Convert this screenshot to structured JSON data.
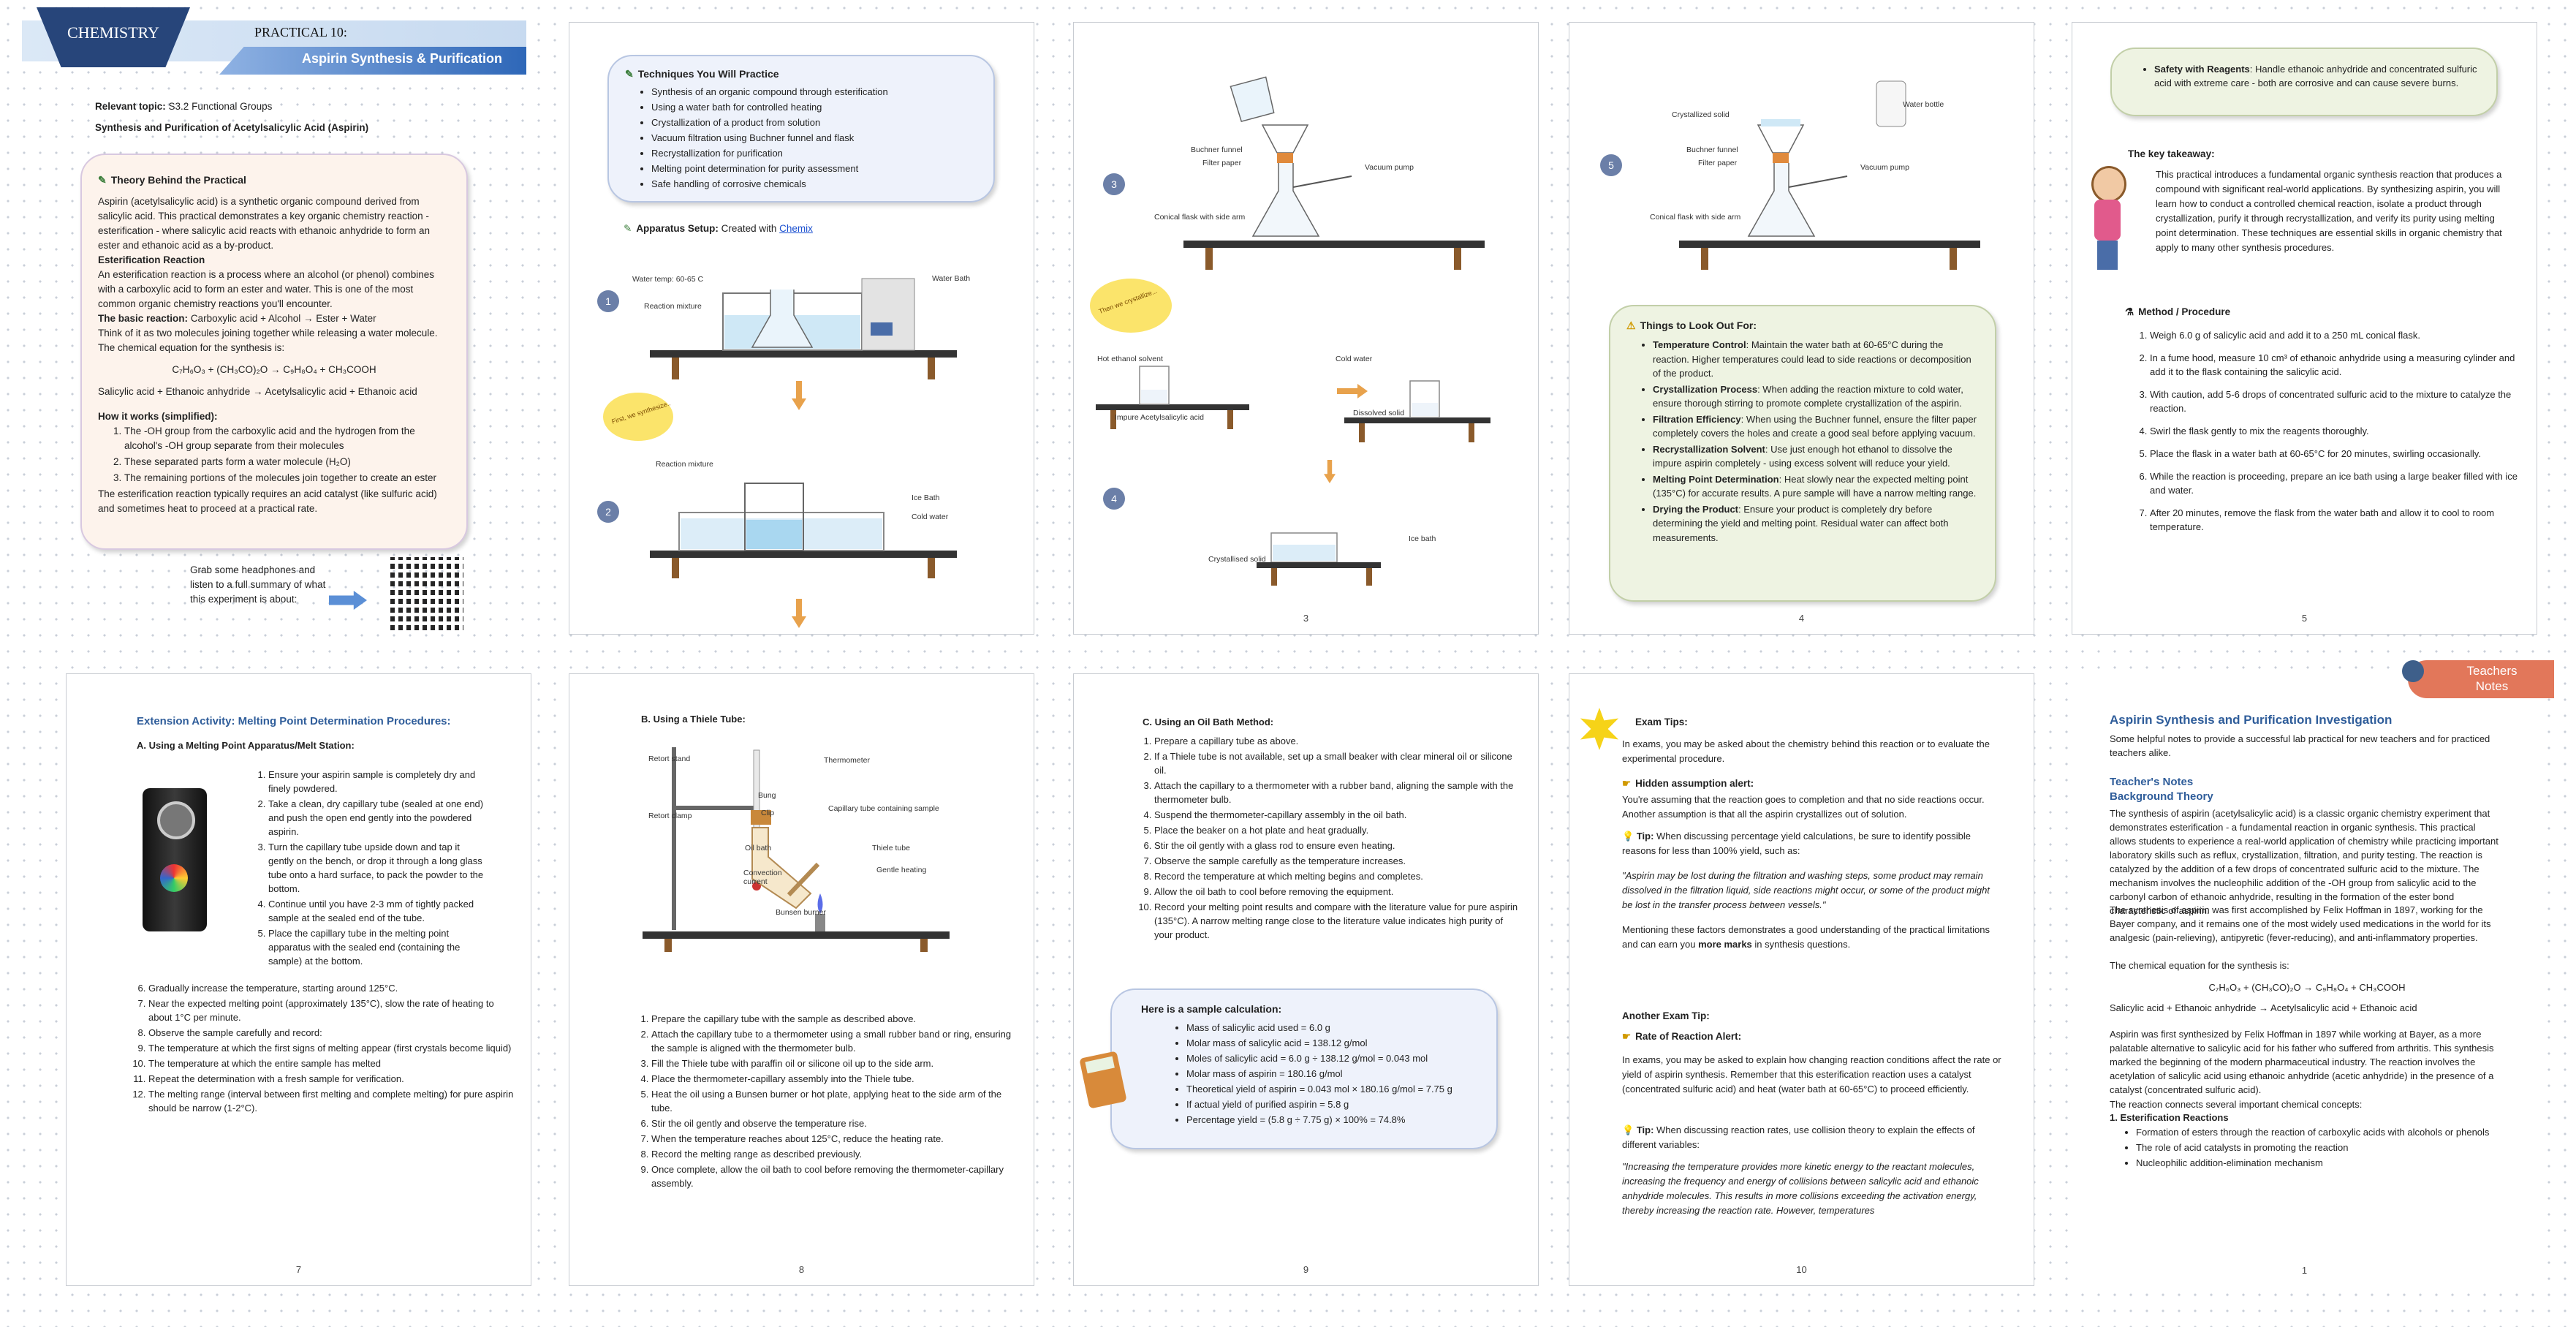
{
  "header": {
    "subject": "CHEMISTRY",
    "practical": "PRACTICAL 10:",
    "title": "Aspirin Synthesis & Purification"
  },
  "p1": {
    "topic_label": "Relevant topic:",
    "topic_value": "S3.2 Functional Groups",
    "subtitle": "Synthesis and Purification of Acetylsalicylic Acid (Aspirin)",
    "theory_title": "Theory Behind the Practical",
    "theory_intro": "Aspirin (acetylsalicylic acid) is a synthetic organic compound derived from salicylic acid. This practical demonstrates a key organic chemistry reaction - esterification - where salicylic acid reacts with ethanoic anhydride to form an ester and ethanoic acid as a by-product.",
    "ester_head": "Esterification Reaction",
    "ester_text": "An esterification reaction is a process where an alcohol (or phenol) combines with a carboxylic acid to form an ester and water. This is one of the most common organic chemistry reactions you'll encounter.",
    "basic_label": "The basic reaction:",
    "basic_text": "Carboxylic acid + Alcohol → Ester + Water",
    "think": "Think of it as two molecules joining together while releasing a water molecule.",
    "eq_intro": "The chemical equation for the synthesis is:",
    "eq": "C₇H₆O₃ + (CH₃CO)₂O → C₉H₈O₄ + CH₃COOH",
    "word_eq": "Salicylic acid + Ethanoic anhydride → Acetylsalicylic acid + Ethanoic acid",
    "how_head": "How it works (simplified):",
    "how": [
      "The -OH group from the carboxylic acid and the hydrogen from the alcohol's -OH group separate from their molecules",
      "These separated parts form a water molecule (H₂O)",
      "The remaining portions of the molecules join together to create an ester"
    ],
    "how_end": "The esterification reaction typically requires an acid catalyst (like sulfuric acid) and sometimes heat to proceed at a practical rate.",
    "audio": "Grab some headphones and listen to a full summary of what this experiment is about:"
  },
  "p2": {
    "tech_title": "Techniques You Will Practice",
    "tech": [
      "Synthesis of an organic compound through esterification",
      "Using a water bath for controlled heating",
      "Crystallization of a product from solution",
      "Vacuum filtration using Buchner funnel and flask",
      "Recrystallization for purification",
      "Melting point determination for purity assessment",
      "Safe handling of corrosive chemicals"
    ],
    "app_label": "Apparatus Setup:",
    "app_text": "Created with",
    "app_link": "Chemix",
    "l_temp": "Water temp: 60-65 C",
    "l_mix": "Reaction mixture",
    "l_bath": "Water Bath",
    "l_first": "First, we synthesize..",
    "l_mix2": "Reaction mixture",
    "l_ice": "Ice Bath",
    "l_cold": "Cold water",
    "s1": "1",
    "s2": "2"
  },
  "p3": {
    "l_buch": "Buchner funnel",
    "l_filter": "Filter paper",
    "l_vac": "Vacuum pump",
    "l_flask": "Conical flask with side arm",
    "l_cloud": "Then we crystallize...",
    "l_hot": "Hot ethanol solvent",
    "l_cold": "Cold water",
    "l_impure": "Impure Acetylsalicylic acid",
    "l_dissolved": "Dissolved solid",
    "l_crys": "Crystallised solid",
    "l_ice": "Ice bath",
    "s3": "3",
    "s4": "4",
    "page": "3"
  },
  "p4": {
    "l_crys": "Crystallized solid",
    "l_wbottle": "Water bottle",
    "l_buch": "Buchner funnel",
    "l_filter": "Filter paper",
    "l_vac": "Vacuum pump",
    "l_flask": "Conical flask with side arm",
    "s5": "5",
    "look_title": "Things to Look Out For:",
    "look": [
      {
        "b": "Temperature Control",
        "t": ": Maintain the water bath at 60-65°C during the reaction. Higher temperatures could lead to side reactions or decomposition of the product."
      },
      {
        "b": "Crystallization Process",
        "t": ": When adding the reaction mixture to cold water, ensure thorough stirring to promote complete crystallization of the aspirin."
      },
      {
        "b": "Filtration Efficiency",
        "t": ": When using the Buchner funnel, ensure the filter paper completely covers the holes and create a good seal before applying vacuum."
      },
      {
        "b": "Recrystallization Solvent",
        "t": ": Use just enough hot ethanol to dissolve the impure aspirin completely - using excess solvent will reduce your yield."
      },
      {
        "b": "Melting Point Determination",
        "t": ": Heat slowly near the expected melting point (135°C) for accurate results. A pure sample will have a narrow melting range."
      },
      {
        "b": "Drying the Product",
        "t": ": Ensure your product is completely dry before determining the yield and melting point. Residual water can affect both measurements."
      }
    ],
    "page": "4"
  },
  "p5": {
    "safety_b": "Safety with Reagents",
    "safety_t": ": Handle ethanoic anhydride and concentrated sulfuric acid with extreme care - both are corrosive and can cause severe burns.",
    "key_title": "The key takeaway:",
    "key_text": "This practical introduces a fundamental organic synthesis reaction that produces a compound with significant real-world applications. By synthesizing aspirin, you will learn how to conduct a controlled chemical reaction, isolate a product through crystallization, purify it through recrystallization, and verify its purity using melting point determination. These techniques are essential skills in organic chemistry that apply to many other synthesis procedures.",
    "method_title": "Method / Procedure",
    "method": [
      "Weigh 6.0 g of salicylic acid and add it to a 250 mL conical flask.",
      "In a fume hood, measure 10 cm³ of ethanoic anhydride using a measuring cylinder and add it to the flask containing the salicylic acid.",
      "With caution, add 5-6 drops of concentrated sulfuric acid to the mixture to catalyze the reaction.",
      "Swirl the flask gently to mix the reagents thoroughly.",
      "Place the flask in a water bath at 60-65°C for 20 minutes, swirling occasionally.",
      "While the reaction is proceeding, prepare an ice bath using a large beaker filled with ice and water.",
      "After 20 minutes, remove the flask from the water bath and allow it to cool to room temperature."
    ],
    "page": "5"
  },
  "p7": {
    "title": "Extension Activity: Melting Point Determination Procedures:",
    "sub": "A.  Using a Melting Point Apparatus/Melt Station:",
    "steps": [
      "Ensure your aspirin sample is completely dry and finely powdered.",
      "Take a clean, dry capillary tube (sealed at one end) and push the open end gently into the powdered aspirin.",
      "Turn the capillary tube upside down and tap it gently on the bench, or drop it through a long glass tube onto a hard surface, to pack the powder to the bottom.",
      "Continue until you have 2-3 mm of tightly packed sample at the sealed end of the tube.",
      "Place the capillary tube in the melting point apparatus with the sealed end (containing the sample) at the bottom.",
      "Gradually increase the temperature, starting around 125°C.",
      "Near the expected melting point (approximately 135°C), slow the rate of heating to about 1°C per minute.",
      "Observe the sample carefully and record:",
      "The temperature at which the first signs of melting appear (first crystals become liquid)",
      "The temperature at which the entire sample has melted",
      "Repeat the determination with a fresh sample for verification.",
      "The melting range (interval between first melting and complete melting) for pure aspirin should be narrow (1-2°C)."
    ],
    "page": "7"
  },
  "p8": {
    "sub": "B.  Using a Thiele Tube:",
    "l_retort": "Retort stand",
    "l_therm": "Thermometer",
    "l_bung": "Bung",
    "l_clip": "Clip",
    "l_cap": "Capillary tube containing sample",
    "l_clamp": "Retort clamp",
    "l_oil": "Oil bath",
    "l_thiele": "Thiele tube",
    "l_conv": "Convection current",
    "l_gentle": "Gentle heating",
    "l_bunsen": "Bunsen burner",
    "steps": [
      "Prepare the capillary tube with the sample as described above.",
      "Attach the capillary tube to a thermometer using a small rubber band or ring, ensuring the sample is aligned with the thermometer bulb.",
      "Fill the Thiele tube with paraffin oil or silicone oil up to the side arm.",
      "Place the thermometer-capillary assembly into the Thiele tube.",
      "Heat the oil using a Bunsen burner or hot plate, applying heat to the side arm of the tube.",
      "Stir the oil gently and observe the temperature rise.",
      "When the temperature reaches about 125°C, reduce the heating rate.",
      "Record the melting range as described previously.",
      "Once complete, allow the oil bath to cool before removing the thermometer-capillary assembly."
    ],
    "page": "8"
  },
  "p9": {
    "sub": "C.  Using an Oil Bath Method:",
    "steps": [
      "Prepare a capillary tube as above.",
      "If a Thiele tube is not available, set up a small beaker with clear mineral oil or silicone oil.",
      "Attach the capillary to a thermometer with a rubber band, aligning the sample with the thermometer bulb.",
      "Suspend the thermometer-capillary assembly in the oil bath.",
      "Place the beaker on a hot plate and heat gradually.",
      "Stir the oil gently with a glass rod to ensure even heating.",
      "Observe the sample carefully as the temperature increases.",
      "Record the temperature at which melting begins and completes.",
      "Allow the oil bath to cool before removing the equipment.",
      "Record your melting point results and compare with the literature value for pure aspirin (135°C). A narrow melting range close to the literature value indicates high purity of your product."
    ],
    "calc_title": "Here is a sample calculation:",
    "calc": [
      "Mass of salicylic acid used = 6.0 g",
      "Molar mass of salicylic acid = 138.12 g/mol",
      "Moles of salicylic acid = 6.0 g ÷ 138.12 g/mol = 0.043 mol",
      "Molar mass of aspirin = 180.16 g/mol",
      "Theoretical yield of aspirin = 0.043 mol × 180.16 g/mol = 7.75 g",
      "If actual yield of purified aspirin = 5.8 g",
      "Percentage yield = (5.8 g ÷ 7.75 g) × 100% = 74.8%"
    ],
    "page": "9"
  },
  "p10": {
    "exam": "Exam Tips:",
    "exam_text": "In exams, you may be asked about the chemistry behind this reaction or to evaluate the experimental procedure.",
    "hidden": "Hidden assumption alert:",
    "hidden_text": "You're assuming that the reaction goes to completion and that no side reactions occur. Another assumption is that all the aspirin crystallizes out of solution.",
    "tip": "Tip:",
    "tip1": "When discussing percentage yield calculations, be sure to identify possible reasons for less than 100% yield, such as:",
    "quote1": "\"Aspirin may be lost during the filtration and washing steps, some product may remain dissolved in the filtration liquid, side reactions might occur, or some of the product might be lost in the transfer process between vessels.\"",
    "mention1": "Mentioning these factors demonstrates a good understanding of the practical limitations and can earn you ",
    "mention_b": "more marks",
    "mention2": " in synthesis questions.",
    "another": "Another Exam Tip:",
    "rate": "Rate of Reaction Alert:",
    "rate_text": "In exams, you may be asked to explain how changing reaction conditions affect the rate or yield of aspirin synthesis. Remember that this esterification reaction uses a catalyst (concentrated sulfuric acid) and heat (water bath at 60-65°C) to proceed efficiently.",
    "tip2": "When discussing reaction rates, use collision theory to explain the effects of different variables:",
    "quote2": "\"Increasing the temperature provides more kinetic energy to the reactant molecules, increasing the frequency and energy of collisions between salicylic acid and ethanoic anhydride molecules. This results in more collisions exceeding the activation energy, thereby increasing the reaction rate. However, temperatures",
    "page": "10"
  },
  "tn": {
    "badge": "Teachers Notes",
    "title": "Aspirin Synthesis and Purification Investigation",
    "intro": "Some helpful notes to provide a successful lab practical for new teachers and for practiced teachers alike.",
    "h1": "Teacher's Notes",
    "h2": "Background Theory",
    "bg": "The synthesis of aspirin (acetylsalicylic acid) is a classic organic chemistry experiment that demonstrates esterification - a fundamental reaction in organic synthesis. This practical allows students to experience a real-world application of chemistry while practicing important laboratory skills such as reflux, crystallization, filtration, and purity testing. The reaction is catalyzed by the addition of a few drops of concentrated sulfuric acid to the mixture. The mechanism involves the nucleophilic addition of the -OH group from salicylic acid to the carbonyl carbon of ethanoic anhydride, resulting in the formation of the ester bond characteristic of aspirin.",
    "hist": "The synthesis of aspirin was first accomplished by Felix Hoffman in 1897, working for the Bayer company, and it remains one of the most widely used medications in the world for its analgesic (pain-relieving), antipyretic (fever-reducing), and anti-inflammatory properties.",
    "eq_intro": "The chemical equation for the synthesis is:",
    "eq": "C₇H₆O₃ + (CH₃CO)₂O → C₉H₈O₄ + CH₃COOH",
    "word_eq": "Salicylic acid + Ethanoic anhydride → Acetylsalicylic acid + Ethanoic acid",
    "hist2": "Aspirin was first synthesized by Felix Hoffman in 1897 while working at Bayer, as a more palatable alternative to salicylic acid for his father who suffered from arthritis. This synthesis marked the beginning of the modern pharmaceutical industry. The reaction involves the acetylation of salicylic acid using ethanoic anhydride (acetic anhydride) in the presence of a catalyst (concentrated sulfuric acid).",
    "connects": "The reaction connects several important chemical concepts:",
    "c1": "1. Esterification Reactions",
    "c1items": [
      "Formation of esters through the reaction of carboxylic acids with alcohols or phenols",
      "The role of acid catalysts in promoting the reaction",
      "Nucleophilic addition-elimination mechanism"
    ],
    "page": "1"
  }
}
